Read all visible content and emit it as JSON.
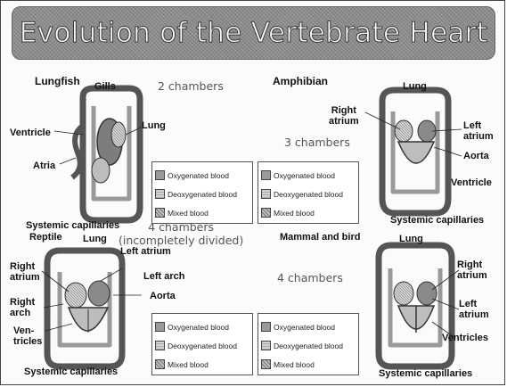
{
  "title": "Evolution of the Vertebrate Heart",
  "panels": {
    "lungfish": {
      "heading": "Lungfish",
      "labels": {
        "gills": "Gills",
        "lung": "Lung",
        "ventricle": "Ventricle",
        "atria": "Atria",
        "systemic": "Systemic capillaries"
      },
      "chambers": "2 chambers"
    },
    "amphibian": {
      "heading": "Amphibian",
      "labels": {
        "lung": "Lung",
        "right_atrium": "Right\natrium",
        "left_atrium": "Left\natrium",
        "aorta": "Aorta",
        "ventricle": "Ventricle",
        "systemic": "Systemic capillaries"
      },
      "chambers": "3 chambers"
    },
    "reptile": {
      "heading": "Reptile",
      "labels": {
        "lung": "Lung",
        "left_atrium": "Left atrium",
        "left_arch": "Left arch",
        "aorta": "Aorta",
        "right_atrium": "Right\natrium",
        "right_arch": "Right\narch",
        "ventricles": "Ven-\ntricles",
        "systemic": "Systemic capillaries"
      },
      "chambers": "4 chambers\n(incompletely divided)"
    },
    "mammal": {
      "heading": "Mammal and bird",
      "labels": {
        "lung": "Lung",
        "right_atrium": "Right\natrium",
        "left_atrium": "Left\natrium",
        "ventricles": "Ventricles",
        "systemic": "Systemic capillaries"
      },
      "chambers": "4 chambers"
    }
  },
  "legend": [
    {
      "oxygenated": "Oxygenated blood",
      "deoxygenated": "Deoxygenated blood",
      "mixed": "Mixed blood"
    },
    {
      "oxygenated": "Oxygenated blood",
      "deoxygenated": "Deoxygenated blood",
      "mixed": "Mixed blood"
    },
    {
      "oxygenated": "Oxygenated blood",
      "deoxygenated": "Deoxygenated blood",
      "mixed": "Mixed blood"
    },
    {
      "oxygenated": "Oxygenated blood",
      "deoxygenated": "Deoxygenated blood",
      "mixed": "Mixed blood"
    }
  ]
}
